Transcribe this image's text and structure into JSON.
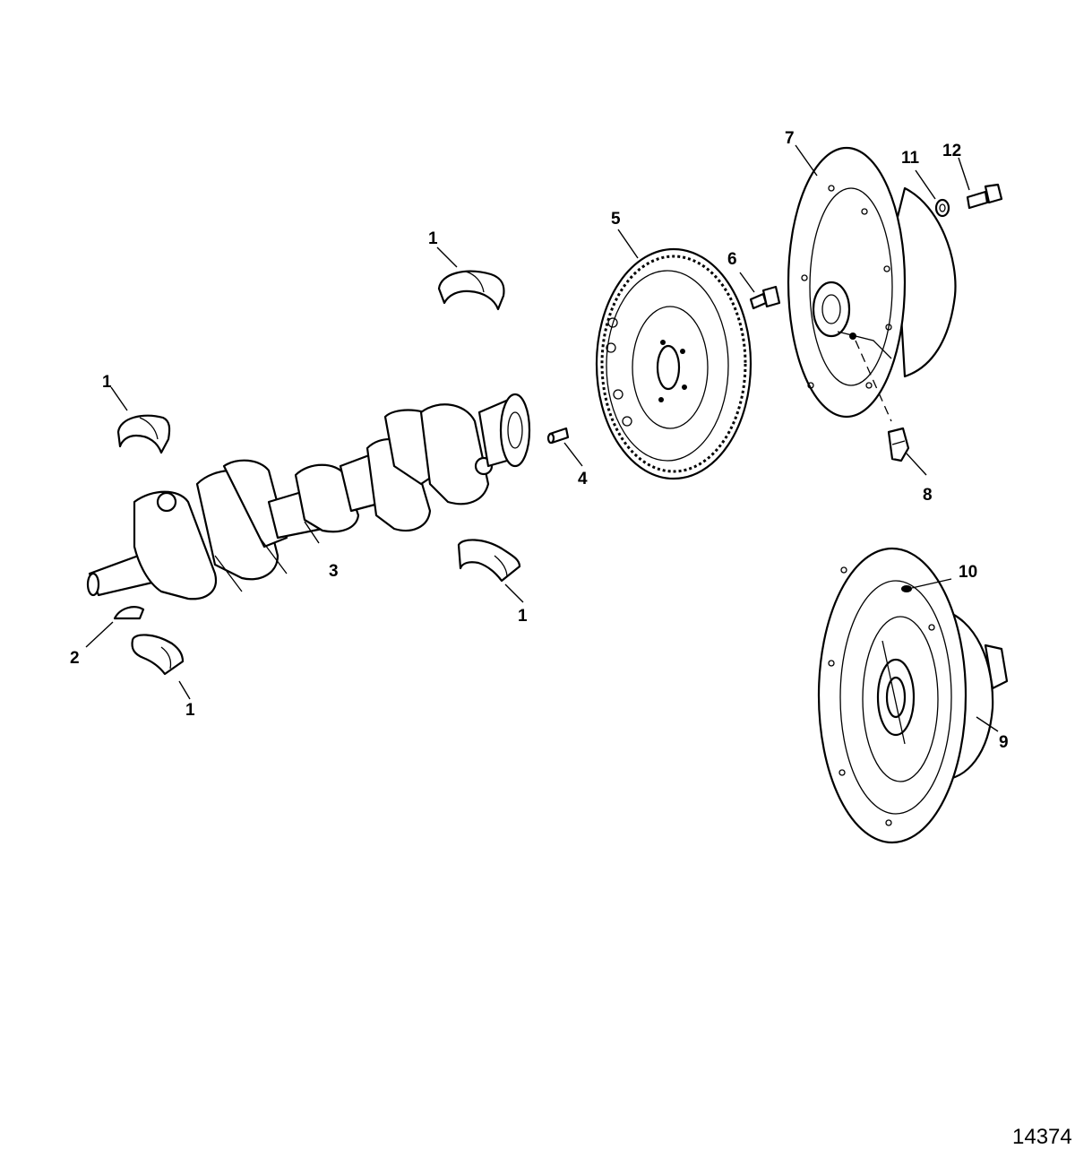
{
  "diagram": {
    "callouts": [
      {
        "id": "c1a",
        "text": "1"
      },
      {
        "id": "c1b",
        "text": "1"
      },
      {
        "id": "c1c",
        "text": "1"
      },
      {
        "id": "c1d",
        "text": "1"
      },
      {
        "id": "c2",
        "text": "2"
      },
      {
        "id": "c3",
        "text": "3"
      },
      {
        "id": "c4",
        "text": "4"
      },
      {
        "id": "c5",
        "text": "5"
      },
      {
        "id": "c6",
        "text": "6"
      },
      {
        "id": "c7",
        "text": "7"
      },
      {
        "id": "c8",
        "text": "8"
      },
      {
        "id": "c9",
        "text": "9"
      },
      {
        "id": "c10",
        "text": "10"
      },
      {
        "id": "c11",
        "text": "11"
      },
      {
        "id": "c12",
        "text": "12"
      }
    ],
    "figure_id": "14374"
  }
}
